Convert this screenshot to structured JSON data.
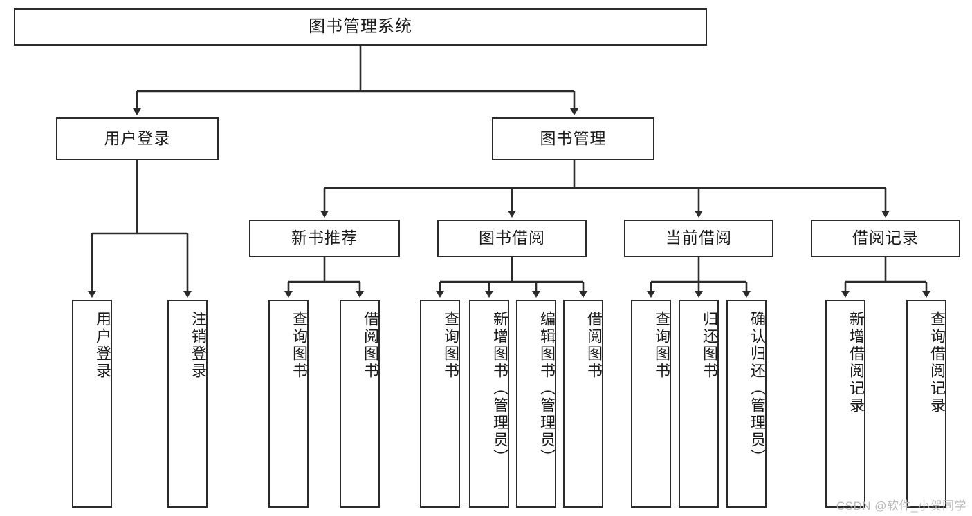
{
  "diagram": {
    "title": "图书管理系统",
    "type": "功能结构图",
    "style": {
      "box_border_color": "#2b2b2b",
      "box_fill": "#ffffff",
      "line_color": "#2b2b2b",
      "text_color": "#1a1a1a",
      "background": "#ffffff"
    },
    "root": {
      "label": "图书管理系统"
    },
    "level2": [
      {
        "label": "用户登录"
      },
      {
        "label": "图书管理"
      }
    ],
    "level3": [
      {
        "label": "新书推荐"
      },
      {
        "label": "图书借阅"
      },
      {
        "label": "当前借阅"
      },
      {
        "label": "借阅记录"
      }
    ],
    "leaves": {
      "user_login": [
        {
          "label": "用户登录"
        },
        {
          "label": "注销登录"
        }
      ],
      "new_book_recommend": [
        {
          "label": "查询图书"
        },
        {
          "label": "借阅图书"
        }
      ],
      "book_borrow": [
        {
          "label": "查询图书"
        },
        {
          "label": "新增图书（管理员）"
        },
        {
          "label": "编辑图书（管理员）"
        },
        {
          "label": "借阅图书"
        }
      ],
      "current_borrow": [
        {
          "label": "查询图书"
        },
        {
          "label": "归还图书"
        },
        {
          "label": "确认归还（管理员）"
        }
      ],
      "borrow_record": [
        {
          "label": "新增借阅记录"
        },
        {
          "label": "查询借阅记录"
        }
      ]
    }
  },
  "watermark": {
    "text": "CSDN @软件_小贺同学"
  }
}
